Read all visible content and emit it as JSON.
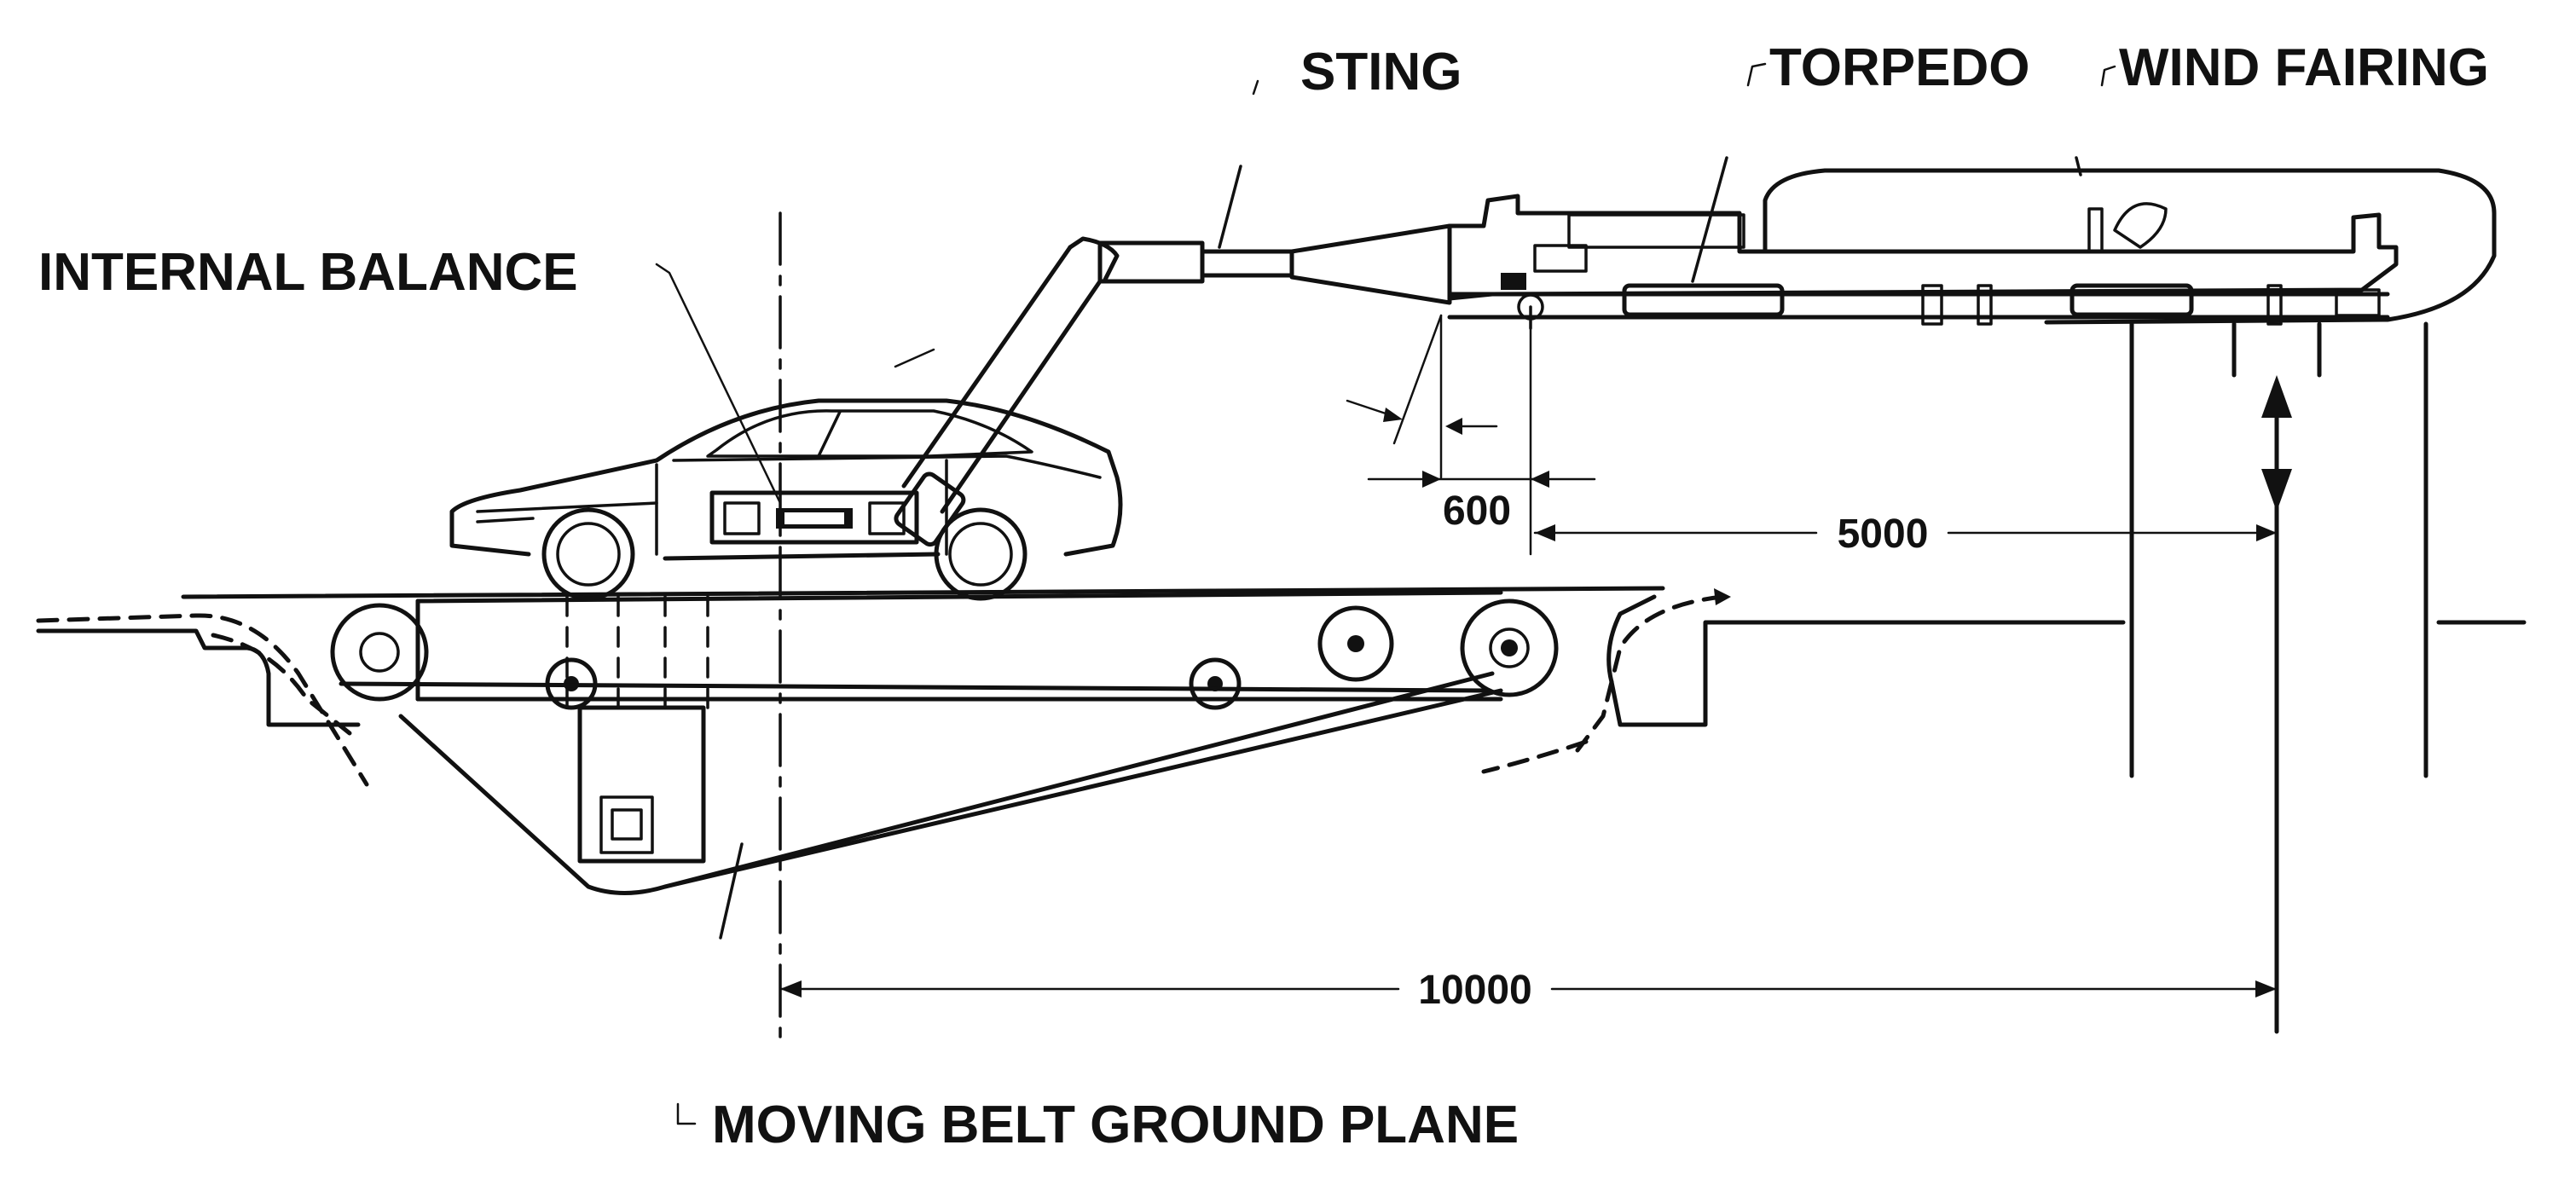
{
  "labels": {
    "sting": "STING",
    "torpedo": "TORPEDO",
    "wind_fairing": "WIND FAIRING",
    "internal_balance": "INTERNAL BALANCE",
    "moving_belt_ground_plane": "MOVING BELT GROUND PLANE"
  },
  "dimensions": {
    "d600": "600",
    "d5000": "5000",
    "d10000": "10000"
  },
  "colors": {
    "line": "#111111",
    "background": "#ffffff"
  }
}
